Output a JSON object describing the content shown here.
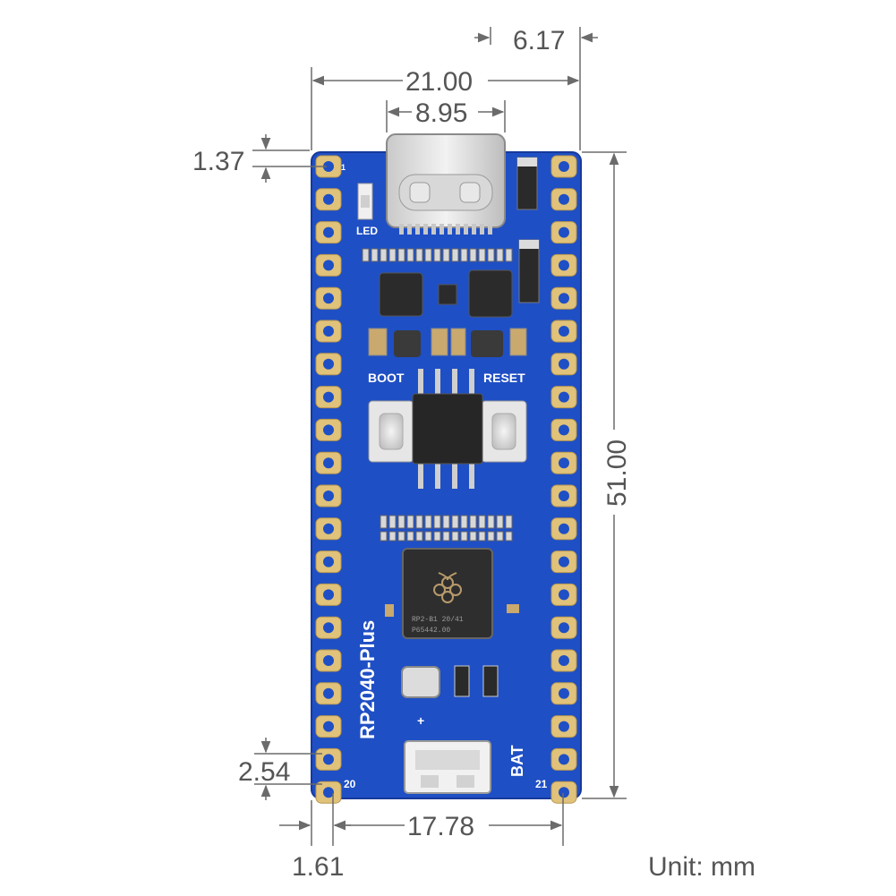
{
  "dimensions": {
    "usb_offset": "6.17",
    "board_width": "21.00",
    "usb_width": "8.95",
    "pad_offset_top": "1.37",
    "board_length": "51.00",
    "pin_pitch": "2.54",
    "pin_span": "17.78",
    "edge_offset": "1.61"
  },
  "unit_note": "Unit: mm",
  "silkscreen": {
    "board_name": "RP2040-Plus",
    "led": "LED",
    "boot": "BOOT",
    "reset": "RESET",
    "bat": "BAT",
    "pin_1": "1",
    "pin_20": "20",
    "pin_21": "21",
    "bat_plus": "+",
    "chip_line1": "RP2-B1   20/41",
    "chip_line2": "P65442.00"
  },
  "colors": {
    "pcb": "#1f4fc4",
    "pcb_edge": "#1a43a8",
    "pad": "#e0c27a",
    "dimension": "#6b6b6b",
    "text": "#555555"
  }
}
